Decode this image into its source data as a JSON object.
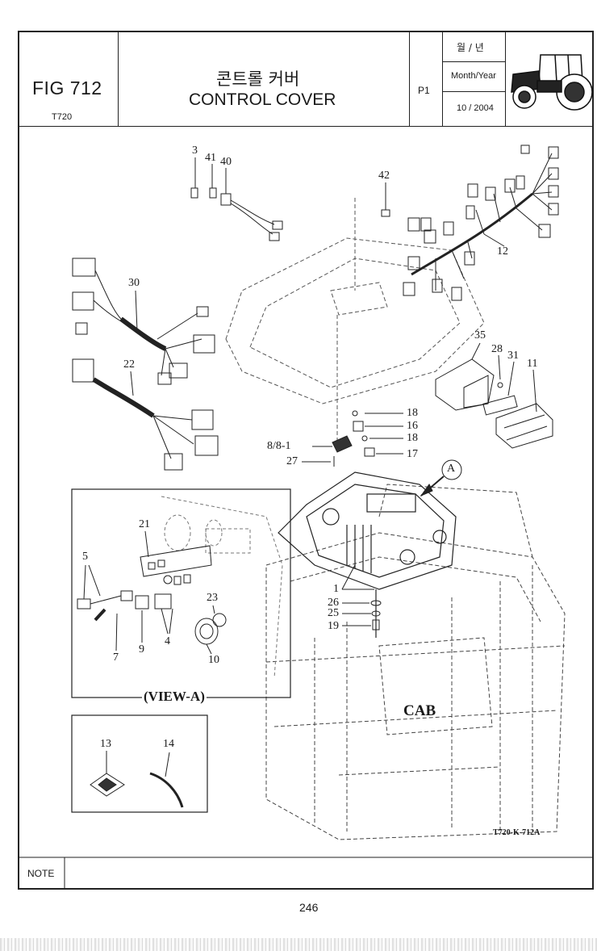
{
  "header": {
    "fig_label": "FIG 712",
    "model": "T720",
    "title_korean": "콘트롤 커버",
    "title_english": "CONTROL COVER",
    "page_code": "P1",
    "date_header_korean": "월 / 년",
    "date_header_english": "Month/Year",
    "date_value": "10 / 2004",
    "tractor_icon": "tractor-icon"
  },
  "diagram": {
    "part_labels": {
      "p3": "3",
      "p41": "41",
      "p40": "40",
      "p42": "42",
      "p12": "12",
      "p30": "30",
      "p22": "22",
      "p35": "35",
      "p28": "28",
      "p31": "31",
      "p11": "11",
      "p18a": "18",
      "p16": "16",
      "p18b": "18",
      "p17": "17",
      "p8": "8/8-1",
      "p27": "27",
      "p1": "1",
      "p26": "26",
      "p25": "25",
      "p19": "19",
      "p21": "21",
      "p5": "5",
      "p23": "23",
      "p7": "7",
      "p9": "9",
      "p4": "4",
      "p10": "10",
      "p13": "13",
      "p14": "14"
    },
    "view_marker": "A",
    "view_caption": "(VIEW-A)",
    "cab_label": "CAB",
    "drawing_code": "T720-K-712A"
  },
  "footer": {
    "note_label": "NOTE",
    "page_number": "246"
  }
}
